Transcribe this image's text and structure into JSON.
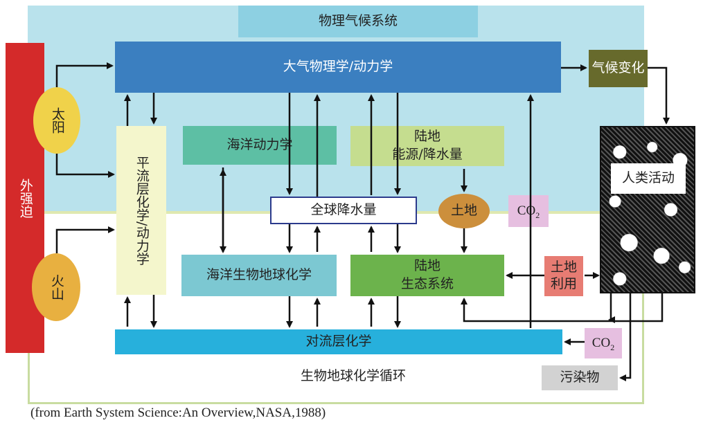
{
  "regions": {
    "physical_climate": "物理气候系统",
    "biogeochemical": "生物地球化学循环"
  },
  "external_forcing": "外强迫",
  "sun": "太阳",
  "volcano": "火山",
  "boxes": {
    "atmosphere": "大气物理学/动力学",
    "climate_change": "气候变化",
    "stratosphere": "平流层化学/动力学",
    "ocean_dynamics": "海洋动力学",
    "land_energy": "陆地\n能源/降水量",
    "global_precip": "全球降水量",
    "soil": "土地",
    "co2_top": "CO",
    "co2_top_sub": "2",
    "human_activity": "人类活动",
    "ocean_bgc": "海洋生物地球化学",
    "land_eco": "陆地\n生态系统",
    "land_use": "土地\n利用",
    "troposphere": "对流层化学",
    "co2_bottom": "CO",
    "co2_bottom_sub": "2",
    "pollutants": "污染物"
  },
  "caption": "(from Earth System Science:An Overview,NASA,1988)",
  "colors": {
    "physical_bg": "#b9e2ec",
    "bio_bg": "#ffffff",
    "bio_border": "#c8dca0",
    "header": "#8dd0e2",
    "atmosphere": "#3b7fc0",
    "climate_change": "#676a2c",
    "forcing": "#d42a2a",
    "sun_volcano": "#f0d24a",
    "stratosphere": "#f4f6cc",
    "ocean_dynamics": "#5dbfa4",
    "land_energy": "#c5dd8f",
    "soil": "#cc8f3c",
    "co2": "#e6bfe0",
    "ocean_bgc": "#7cc8d2",
    "land_eco": "#6cb34c",
    "land_use": "#e77c73",
    "troposphere": "#27b0dc",
    "pollutants": "#d2d2d2"
  }
}
